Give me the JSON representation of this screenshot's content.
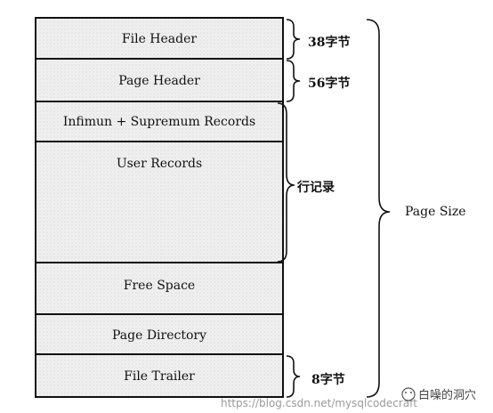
{
  "segments": [
    {
      "label": "File Header"
    },
    {
      "label": "Page Header"
    },
    {
      "label": "Infimun + Supremum Records"
    },
    {
      "label": "User Records"
    },
    {
      "label": "Free Space"
    },
    {
      "label": "Page Directory"
    },
    {
      "label": "File Trailer"
    }
  ],
  "sizes": {
    "file_header": "38字节",
    "page_header": "56字节",
    "row_records": "行记录",
    "file_trailer": "8字节",
    "page_size": "Page Size"
  },
  "watermark": {
    "url": "https://blog.csdn.net/mysqlcodecraft",
    "brand": "白噪的洞穴"
  }
}
